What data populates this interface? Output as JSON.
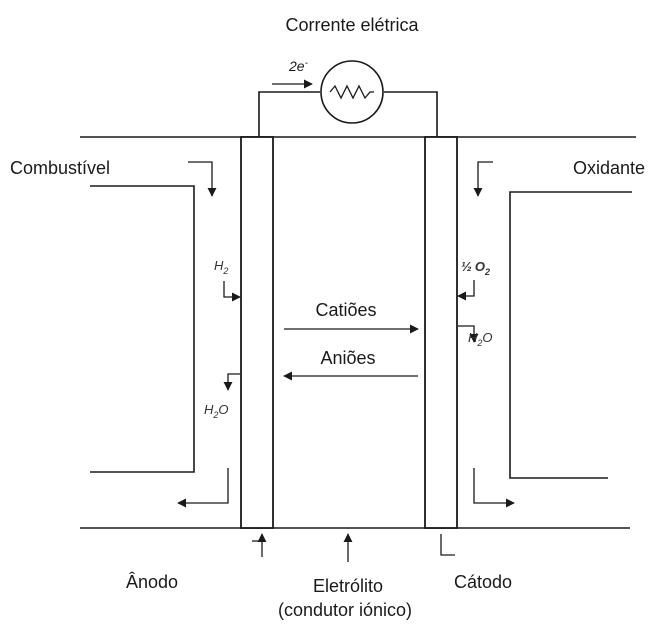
{
  "labels": {
    "current": "Corrente elétrica",
    "electron": "2e",
    "fuel": "Combustível",
    "oxidant": "Oxidante",
    "cations": "Catiões",
    "anions": "Aniões",
    "anode": "Ânodo",
    "electrolyte": "Eletrólito",
    "electrolyte_note": "(condutor iónico)",
    "cathode": "Cátodo"
  },
  "species": {
    "h2_base": "H",
    "h2_sub": "2",
    "o2_coef": "½",
    "o2_base": "O",
    "o2_sub": "2",
    "h2o_left_a": "H",
    "h2o_left_sub": "2",
    "h2o_left_b": "O",
    "h2o_right_a": "H",
    "h2o_right_sub": "2",
    "h2o_right_b": "O"
  }
}
